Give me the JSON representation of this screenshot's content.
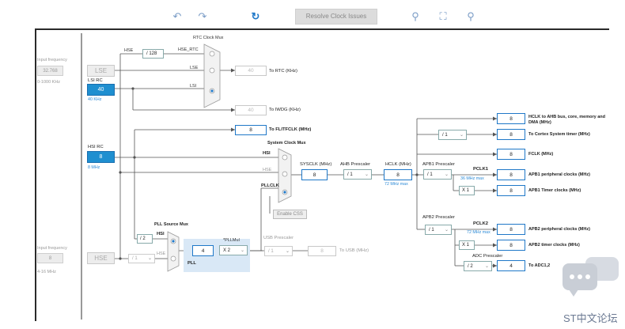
{
  "toolbar": {
    "undo_icon": "undo-icon",
    "redo_icon": "redo-icon",
    "refresh_icon": "refresh-icon",
    "resolve_label": "Resolve Clock Issues",
    "zoom_in_icon": "zoom-in-icon",
    "fit_icon": "fit-icon",
    "zoom_out_icon": "zoom-out-icon"
  },
  "left": {
    "lse_freq_label": "Input frequency",
    "lse_freq_value": "32.768",
    "lse_range": "0-1000 KHz",
    "lse_label": "LSE",
    "lsi_rc_label": "LSI RC",
    "lsi_value": "40",
    "lsi_unit": "40 KHz",
    "hsi_rc_label": "HSI RC",
    "hsi_value": "8",
    "hsi_unit": "8 MHz",
    "hse_freq_label": "Input frequency",
    "hse_freq_value": "8",
    "hse_range": "4-16 MHz",
    "hse_label": "HSE"
  },
  "rtc": {
    "mux_label": "RTC Clock Mux",
    "div128": "/ 128",
    "hse_label": "HSE",
    "hse_rtc_label": "HSE_RTC",
    "lse_label": "LSE",
    "lsi_label": "LSI",
    "rtc_value": "40",
    "rtc_out_label": "To RTC (KHz)",
    "iwdg_value": "40",
    "iwdg_out_label": "To IWDG (KHz)"
  },
  "flit": {
    "value": "8",
    "label": "To FLITFCLK (MHz)"
  },
  "sysmux": {
    "label": "System Clock Mux",
    "hsi": "HSI",
    "hse": "HSE",
    "pllclk": "PLLCLK",
    "css": "Enable CSS"
  },
  "sysclk": {
    "label": "SYSCLK (MHz)",
    "value": "8"
  },
  "ahb": {
    "label": "AHB Prescaler",
    "value": "/ 1"
  },
  "hclk": {
    "label": "HCLK (MHz)",
    "value": "8",
    "max": "72 MHz max"
  },
  "cortex": {
    "div": "/ 1"
  },
  "apb1": {
    "label": "APB1 Prescaler",
    "value": "/ 1",
    "pclk1": "PCLK1",
    "pclk1_max": "36 MHz max",
    "timer_mult": "X 1"
  },
  "apb2": {
    "label": "APB2 Prescaler",
    "value": "/ 1",
    "pclk2": "PCLK2",
    "pclk2_max": "72 MHz max",
    "timer_mult": "X 1"
  },
  "adc": {
    "label": "ADC Prescaler",
    "value": "/ 2"
  },
  "outputs": [
    {
      "value": "8",
      "label": "HCLK to AHB bus, core, memory and DMA (MHz)"
    },
    {
      "value": "8",
      "label": "To Cortex System timer (MHz)"
    },
    {
      "value": "8",
      "label": "FCLK (MHz)"
    },
    {
      "value": "8",
      "label": "APB1 peripheral clocks (MHz)"
    },
    {
      "value": "8",
      "label": "APB1 Timer clocks (MHz)"
    },
    {
      "value": "8",
      "label": "APB2 peripheral clocks (MHz)"
    },
    {
      "value": "8",
      "label": "APB2 timer clocks (MHz)"
    },
    {
      "value": "4",
      "label": "To ADC1,2"
    }
  ],
  "pll": {
    "source_mux_label": "PLL Source Mux",
    "div2": "/ 2",
    "hsi": "HSI",
    "hse": "HSE",
    "hse_div": "/ 1",
    "input_value": "4",
    "mul_label": "*PLLMul",
    "mul_value": "X 2",
    "pll_label": "PLL"
  },
  "usb": {
    "label": "USB Prescaler",
    "value": "/ 1",
    "out_value": "8",
    "out_label": "To USB (MHz)"
  },
  "watermark": "ST中文论坛",
  "colors": {
    "accent": "#1f78c8",
    "source_on": "#1f8fd0",
    "pll_bg": "#d9e8f6",
    "info_blue": "#2b8ad6"
  }
}
